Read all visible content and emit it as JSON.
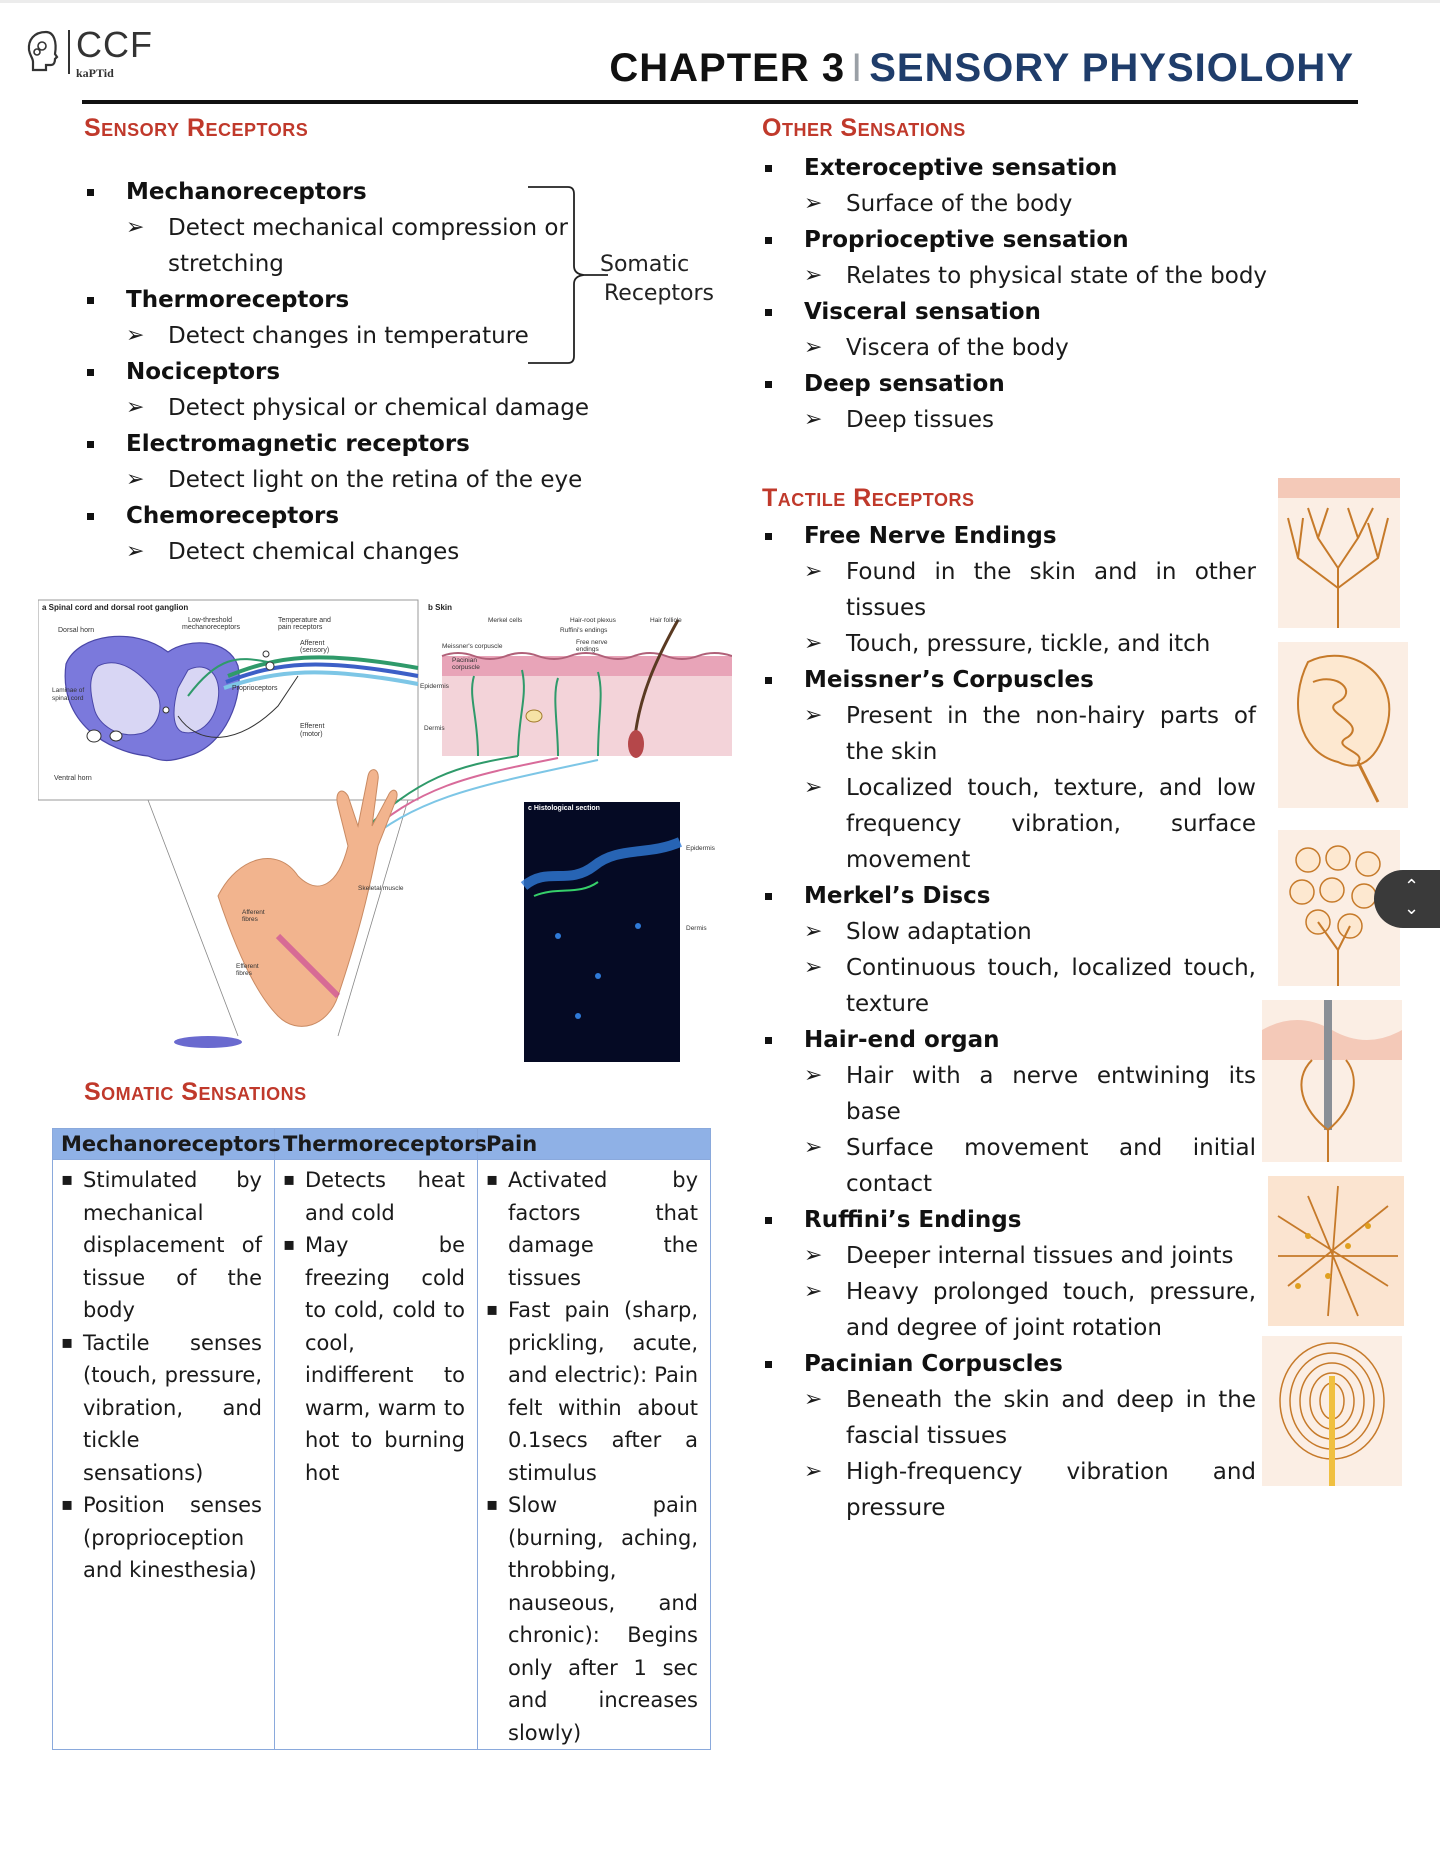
{
  "logo": {
    "brand": "CCF",
    "sub": "kaPTid"
  },
  "header": {
    "chapter": "CHAPTER 3",
    "separator": "I",
    "title": "SENSORY PHYSIOLOHY"
  },
  "sensory_receptors": {
    "heading": "Sensory Receptors",
    "items": [
      {
        "label": "Mechanoreceptors",
        "sub": [
          "Detect mechanical compression or stretching"
        ]
      },
      {
        "label": "Thermoreceptors",
        "sub": [
          "Detect changes in temperature"
        ]
      },
      {
        "label": "Nociceptors",
        "sub": [
          "Detect physical or chemical damage"
        ]
      },
      {
        "label": "Electromagnetic receptors",
        "sub": [
          "Detect light on the retina of the eye"
        ]
      },
      {
        "label": "Chemoreceptors",
        "sub": [
          "Detect chemical changes"
        ]
      }
    ],
    "bracket_label_1": "Somatic",
    "bracket_label_2": "Receptors"
  },
  "figure": {
    "panel_a": "a  Spinal cord and dorsal root ganglion",
    "panel_b": "b  Skin",
    "panel_c": "c  Histological section",
    "labels": {
      "dorsal_horn": "Dorsal horn",
      "ventral_horn": "Ventral horn",
      "laminae_1": "Laminae of",
      "laminae_2": "spinal cord",
      "low_threshold_1": "Low-threshold",
      "low_threshold_2": "mechanoreceptors",
      "temperature_1": "Temperature and",
      "temperature_2": "pain receptors",
      "afferent_1": "Afferent",
      "afferent_2": "(sensory)",
      "proprioceptors": "Proprioceptors",
      "efferent_1": "Efferent",
      "efferent_2": "(motor)",
      "merkel": "Merkel cells",
      "meissner": "Meissner's corpuscle",
      "pacinian_1": "Pacinian",
      "pacinian_2": "corpuscle",
      "hair_plexus": "Hair-root plexus",
      "ruffini": "Ruffini's endings",
      "hair_follicle": "Hair follicle",
      "free_nerve_1": "Free nerve",
      "free_nerve_2": "endings",
      "epidermis": "Epidermis",
      "dermis": "Dermis",
      "skeletal": "Skeletal muscle",
      "afferent_fibres_1": "Afferent",
      "afferent_fibres_2": "fibres",
      "efferent_fibres_1": "Efferent",
      "efferent_fibres_2": "fibres",
      "hist_epidermis": "Epidermis",
      "hist_dermis": "Dermis"
    }
  },
  "somatic_sensations": {
    "heading": "Somatic Sensations",
    "columns": [
      "Mechanoreceptors",
      "Thermoreceptors",
      "Pain"
    ],
    "mechano": [
      "Stimulated by mechanical displacement of tissue of the body",
      "Tactile senses (touch, pressure, vibration, and tickle sensations)",
      "Position senses (proprioception and kinesthesia)"
    ],
    "thermo": [
      "Detects heat and cold",
      "May be freezing cold to cold, cold to cool, indifferent to warm, warm to hot to burning hot"
    ],
    "pain": [
      "Activated by factors that damage the tissues",
      "Fast pain (sharp, prickling, acute, and electric): Pain felt within about 0.1secs after a stimulus",
      "Slow pain (burning, aching, throbbing, nauseous, and chronic): Begins only after 1 sec and increases slowly)"
    ]
  },
  "other_sensations": {
    "heading": "Other Sensations",
    "items": [
      {
        "label": "Exteroceptive sensation",
        "sub": [
          "Surface of the body"
        ]
      },
      {
        "label": "Proprioceptive sensation",
        "sub": [
          "Relates to physical state of the body"
        ]
      },
      {
        "label": "Visceral sensation",
        "sub": [
          "Viscera of the body"
        ]
      },
      {
        "label": "Deep sensation",
        "sub": [
          "Deep tissues"
        ]
      }
    ]
  },
  "tactile_receptors": {
    "heading": "Tactile Receptors",
    "items": [
      {
        "label": "Free Nerve Endings",
        "sub": [
          "Found in the skin and in other tissues",
          "Touch, pressure, tickle, and itch"
        ]
      },
      {
        "label": "Meissner’s Corpuscles",
        "sub": [
          "Present in the non-hairy parts of the skin",
          "Localized touch, texture, and low frequency vibration, surface movement"
        ]
      },
      {
        "label": "Merkel’s Discs",
        "sub": [
          "Slow adaptation",
          "Continuous touch, localized touch, texture"
        ]
      },
      {
        "label": "Hair-end organ",
        "sub": [
          "Hair with a nerve entwining its base",
          "Surface movement and initial contact"
        ]
      },
      {
        "label": "Ruffini’s Endings",
        "sub": [
          "Deeper internal tissues and joints",
          "Heavy prolonged touch, pressure, and degree of joint rotation"
        ]
      },
      {
        "label": "Pacinian Corpuscles",
        "sub": [
          "Beneath the skin and deep in the fascial tissues",
          "High-frequency vibration and pressure"
        ]
      }
    ]
  },
  "scroll_button": {
    "up": "⌃",
    "down": "⌄"
  },
  "colors": {
    "heading": "#c0392b",
    "title": "#1f3d6b",
    "table_header": "#8fb1e6",
    "nerve": "#c67a2a"
  }
}
